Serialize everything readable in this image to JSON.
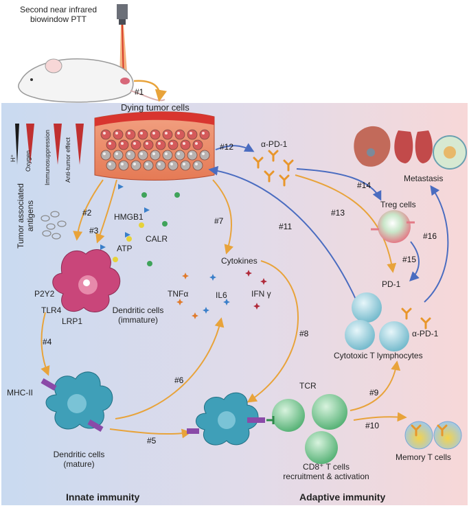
{
  "top": {
    "laser_label": "Second near infrared\nbiowindow PTT"
  },
  "tumor": {
    "title": "Dying tumor cells"
  },
  "gradients": {
    "h": "H⁺",
    "oxygen": "Oxygen",
    "immunosuppression": "Immunosuppression",
    "anti_tumor": "Anti-tumor effect"
  },
  "labels": {
    "tumor_antigens": "Tumor associated\nantigens",
    "hmgb1": "HMGB1",
    "calr": "CALR",
    "atp": "ATP",
    "p2y2": "P2Y2",
    "tlr4": "TLR4",
    "lrp1": "LRP1",
    "dc_immature": "Dendritic cells\n(immature)",
    "mhc2": "MHC-II",
    "dc_mature": "Dendritic cells\n(mature)",
    "cytokines": "Cytokines",
    "tnf": "TNFα",
    "il6": "IL6",
    "ifn": "IFN γ",
    "apd1_top": "α-PD-1",
    "metastasis": "Metastasis",
    "treg": "Treg cells",
    "pd1": "PD-1",
    "apd1_right": "α-PD-1",
    "ctl": "Cytotoxic T lymphocytes",
    "tcr": "TCR",
    "cd8": "CD8⁺ T cells\nrecruitment & activation",
    "memory": "Memory T cells"
  },
  "steps": [
    "#1",
    "#2",
    "#3",
    "#4",
    "#5",
    "#6",
    "#7",
    "#8",
    "#9",
    "#10",
    "#11",
    "#12",
    "#13",
    "#14",
    "#15",
    "#16"
  ],
  "footer": {
    "innate": "Innate immunity",
    "adaptive": "Adaptive immunity"
  },
  "colors": {
    "orange_arrow": "#e8a33a",
    "blue_arrow": "#4a6cc0",
    "dc": "#3f9fb8",
    "dc_immature": "#c9467a",
    "tcell": "#6fc28c",
    "ctl": "#7cc3d3",
    "antibody": "#e8962a"
  }
}
